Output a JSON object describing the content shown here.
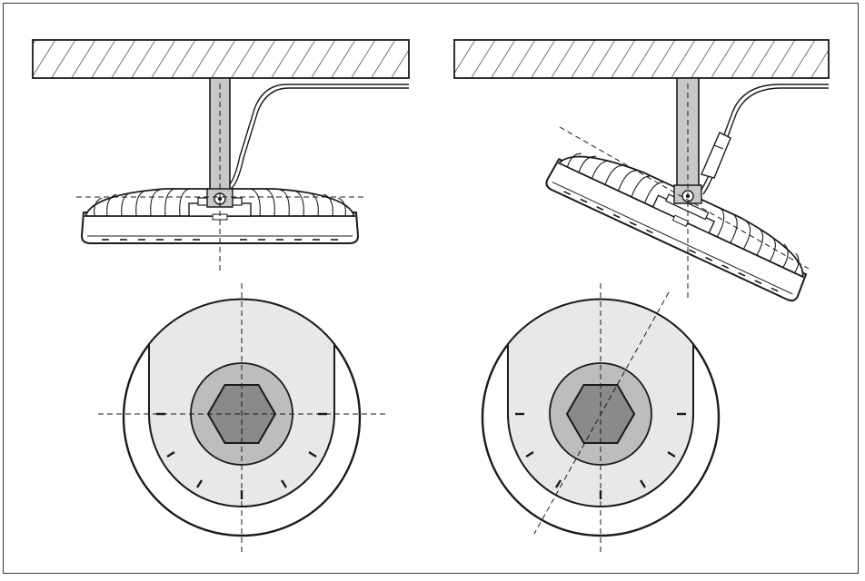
{
  "figure": {
    "panels": [
      {
        "id": "level",
        "description_name": "fixture-horizontal"
      },
      {
        "id": "tilted",
        "description_name": "fixture-tilted"
      }
    ],
    "colors": {
      "line": "#1a1a1a",
      "ceiling_fill": "#d9d9d9",
      "bracket_fill": "#c8c8c8",
      "plate_fill": "#e8e8e8",
      "hub_fill": "#bdbdbd",
      "hex_fill": "#8a8a8a",
      "body_fill": "#ffffff"
    },
    "tilt_degrees": 25
  }
}
